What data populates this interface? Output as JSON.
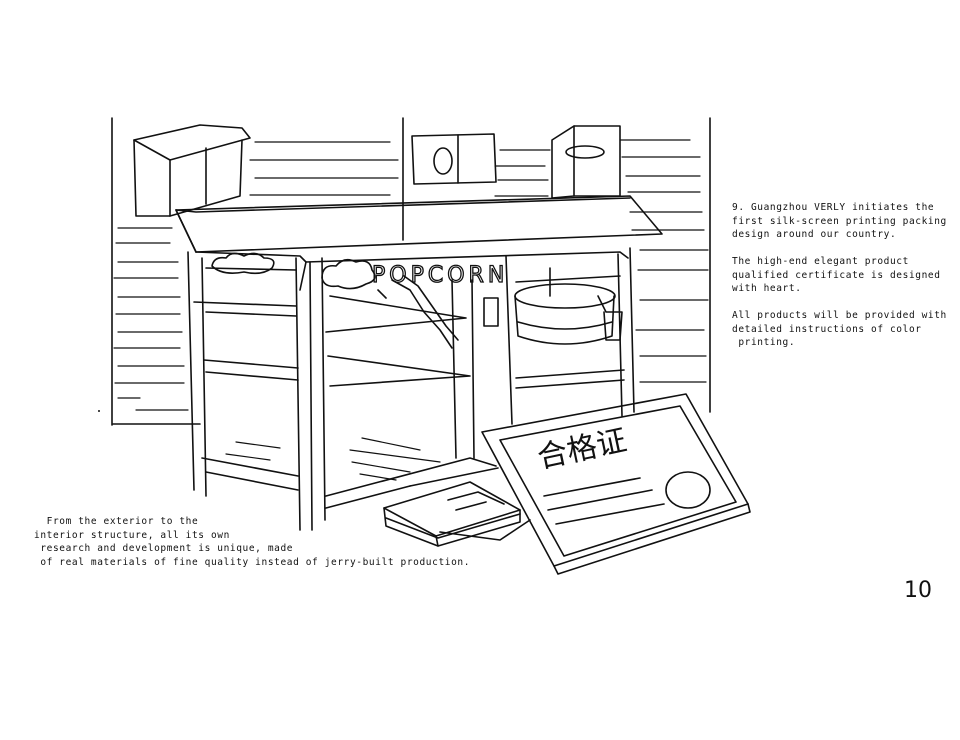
{
  "illustration": {
    "sign_text": "POPCORN",
    "certificate_text": "合格证"
  },
  "notes": {
    "right": [
      "9. Guangzhou VERLY initiates the",
      "first silk-screen printing packing",
      "design around our country.",
      "",
      "The high-end elegant product",
      "qualified certificate is designed",
      "with heart.",
      "",
      "All products will be provided with",
      "detailed instructions of color",
      " printing."
    ],
    "bottom": [
      "  From the exterior to the",
      "interior structure, all its own",
      " research and development is unique, made",
      " of real materials of fine quality instead of jerry-built production."
    ]
  },
  "page_number": "10"
}
